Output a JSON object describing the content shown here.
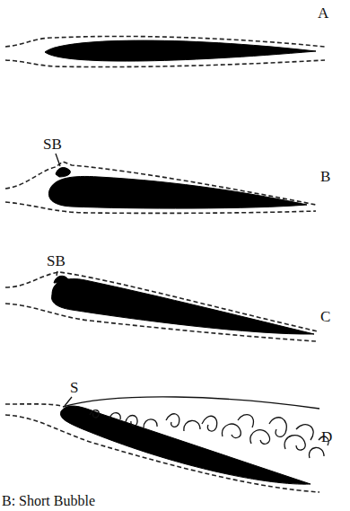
{
  "diagram": {
    "labels": [
      "A",
      "SB",
      "B",
      "SB",
      "C",
      "S",
      "D",
      "B: Short Bubble"
    ]
  }
}
